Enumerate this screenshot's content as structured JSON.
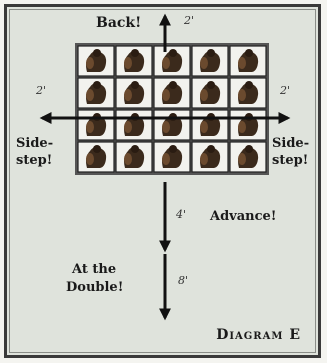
{
  "labels": {
    "back": "Back!",
    "back_distance": "2'",
    "left_distance": "2'",
    "right_distance": "2'",
    "sidestep_left_1": "Side-",
    "sidestep_left_2": "step!",
    "sidestep_right_1": "Side-",
    "sidestep_right_2": "step!",
    "advance_distance": "4'",
    "advance": "Advance!",
    "double_1": "At the",
    "double_2": "Double!",
    "double_distance": "8'"
  },
  "caption": "Diagram E",
  "formation": {
    "rows": 4,
    "columns": 5
  },
  "colors": {
    "background": "#dfe3dc",
    "figure": "#3b2a1c",
    "cell": "#f2f2ee",
    "arrow": "#111111"
  }
}
